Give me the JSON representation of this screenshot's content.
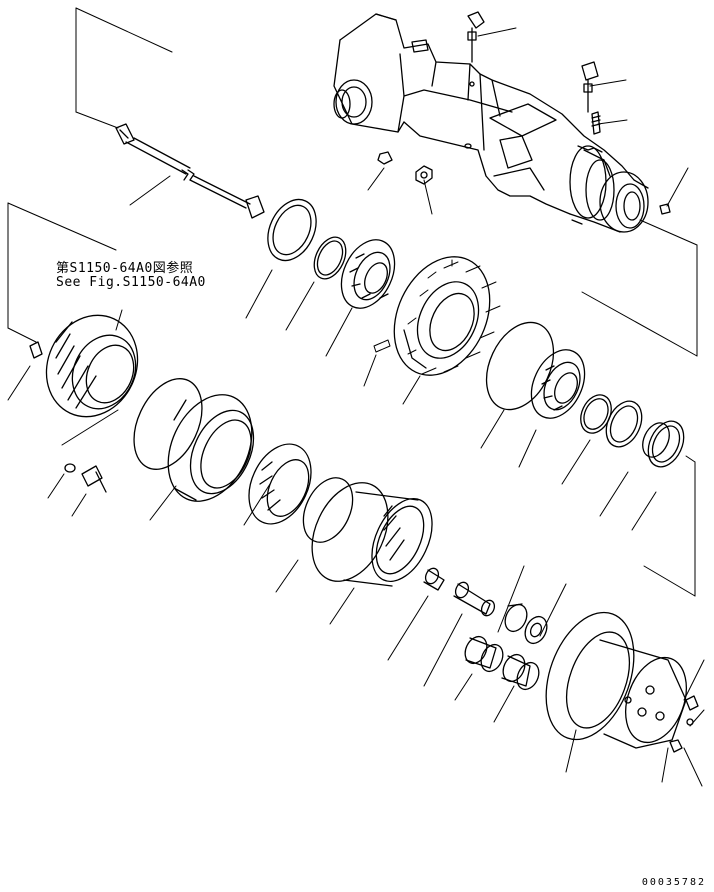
{
  "reference_note": {
    "japanese": "第S1150-64A0図参照",
    "english": "See Fig.S1150-64A0"
  },
  "drawing_number": "00035782"
}
